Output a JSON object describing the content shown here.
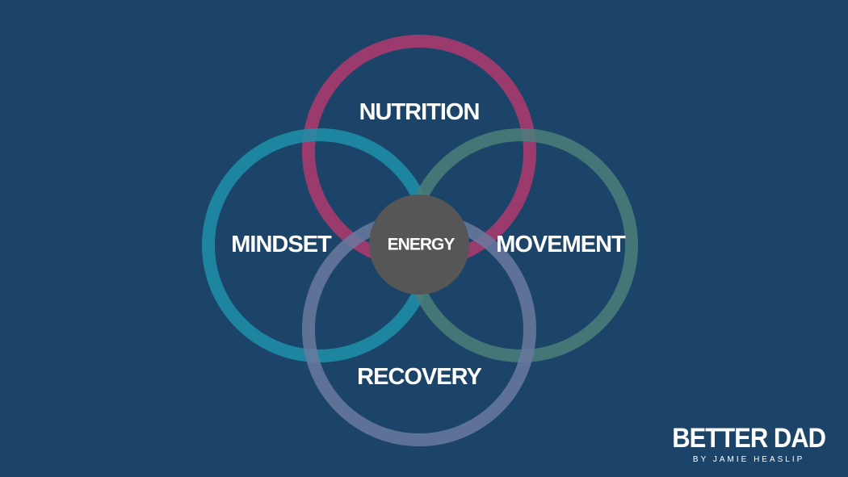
{
  "diagram": {
    "rings": [
      {
        "id": "nutrition",
        "label": "NUTRITION",
        "color": "#b23a6e"
      },
      {
        "id": "mindset",
        "label": "MINDSET",
        "color": "#1e91ab"
      },
      {
        "id": "movement",
        "label": "MOVEMENT",
        "color": "#4b7f7a"
      },
      {
        "id": "recovery",
        "label": "RECOVERY",
        "color": "#6a7aa0"
      }
    ],
    "center": {
      "label": "ENERGY",
      "color": "#565656"
    }
  },
  "brand": {
    "title": "BETTER DAD",
    "subtitle": "BY JAMIE HEASLIP"
  },
  "colors": {
    "background": "#1c4468"
  }
}
